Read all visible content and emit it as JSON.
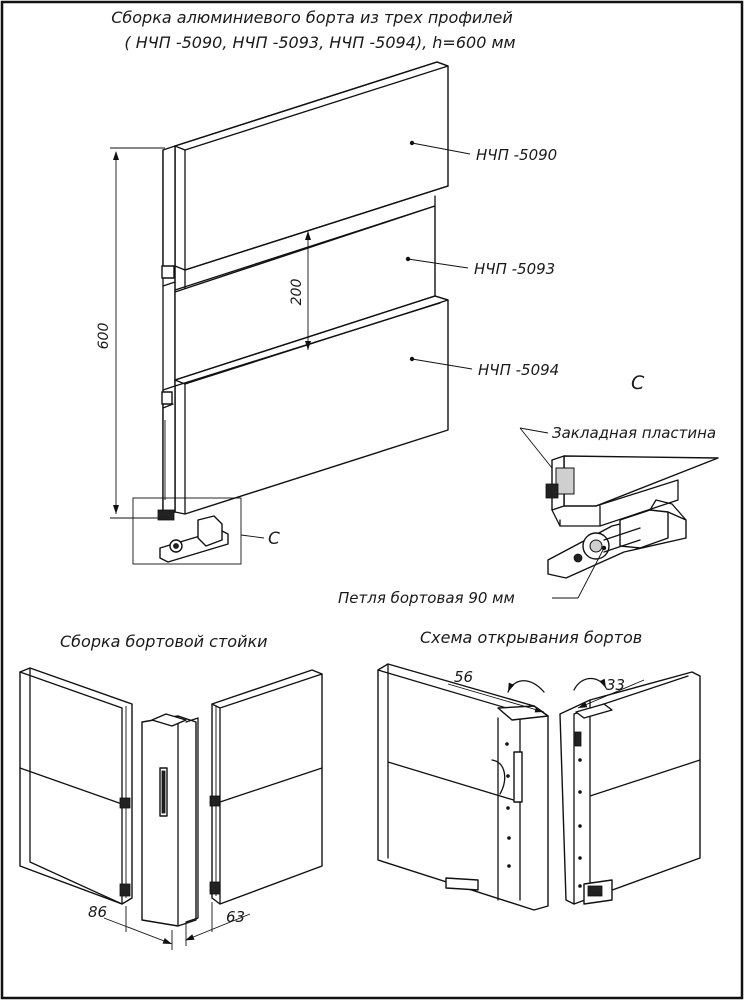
{
  "title": {
    "line1": "Сборка алюминиевого борта из трех профилей",
    "line2": "( НЧП -5090,  НЧП -5093,  НЧП -5094), h=600  мм"
  },
  "main_view": {
    "profile_labels": [
      "НЧП -5090",
      "НЧП -5093",
      "НЧП -5094"
    ],
    "dim_total": "600",
    "dim_middle": "200",
    "detail_ref": "C"
  },
  "detail_c": {
    "title": "C",
    "label_plate": "Закладная пластина",
    "label_hinge": "Петля бортовая  90  мм"
  },
  "post_assembly": {
    "title": "Сборка бортовой стойки",
    "dim_left": "86",
    "dim_right": "63"
  },
  "opening_scheme": {
    "title": "Схема открывания бортов",
    "dim_left": "56",
    "dim_right": "33"
  }
}
